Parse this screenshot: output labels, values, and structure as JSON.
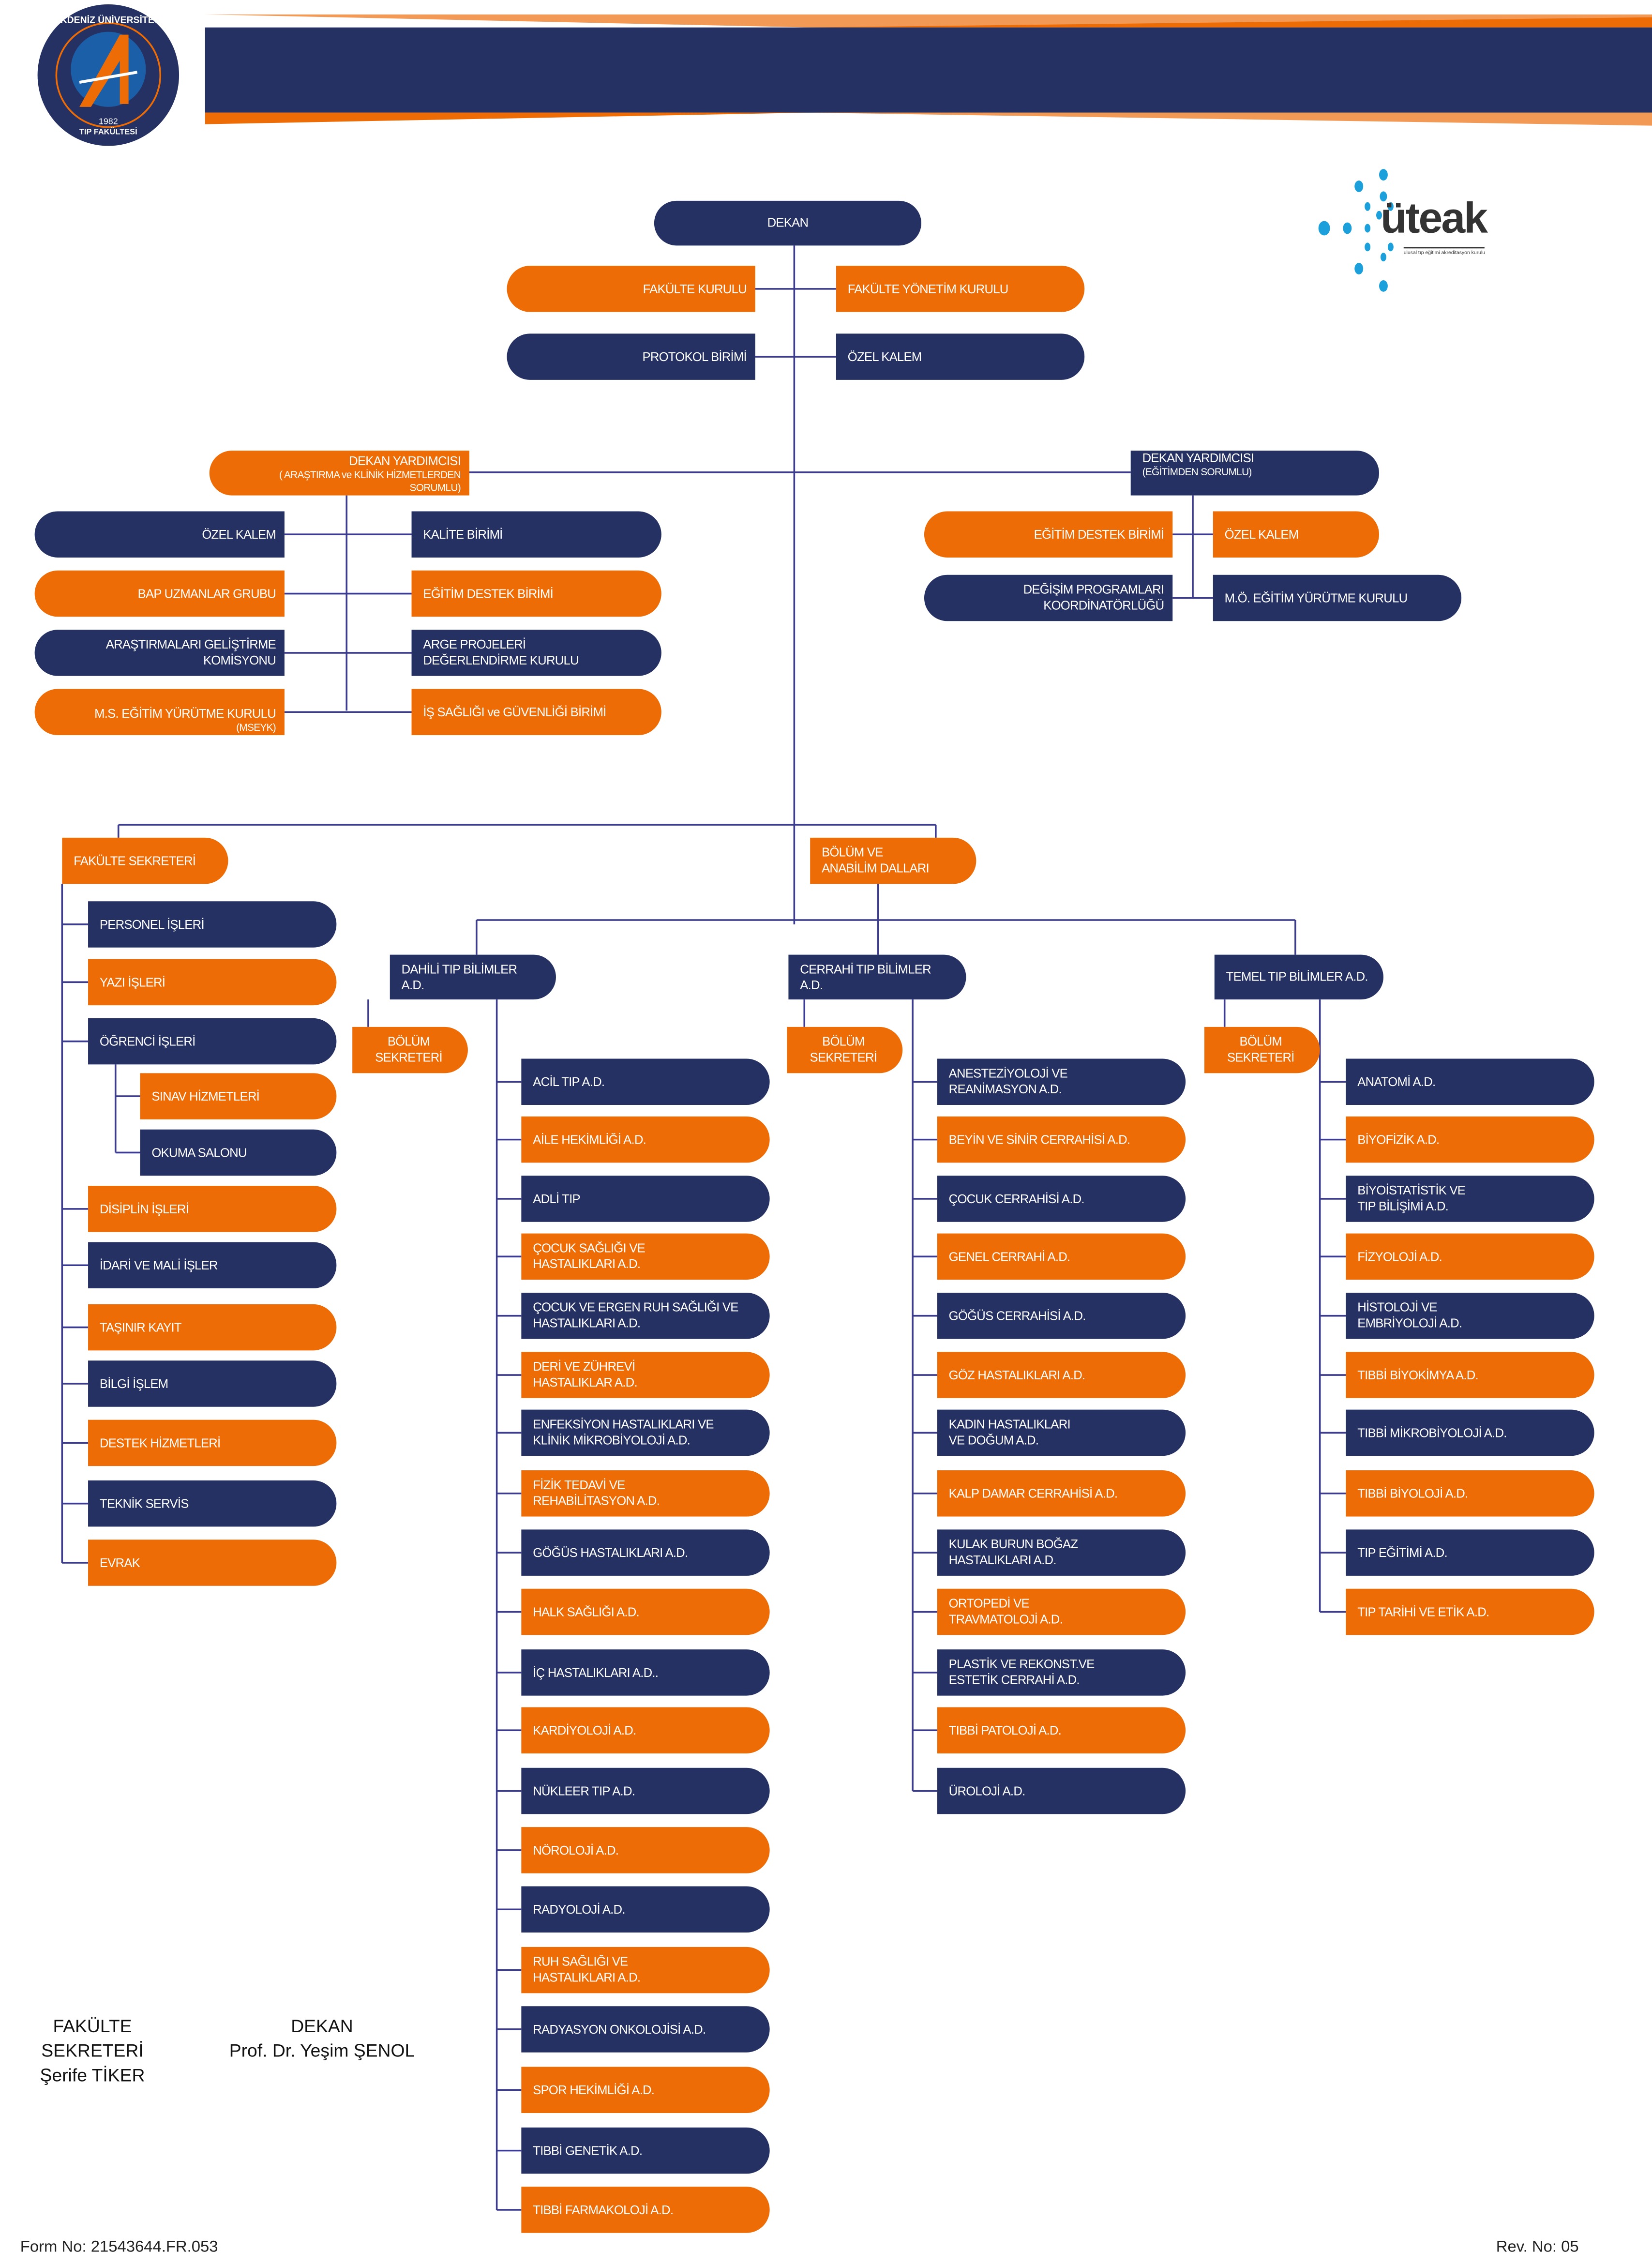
{
  "colors": {
    "navy": "#253163",
    "orange": "#ED6C05",
    "light_orange": "#F29A55",
    "line": "#3B3B8F",
    "uteak_blue": "#1BA0DB"
  },
  "logo": {
    "university": "AKDENİZ ÜNİVERSİTESİ",
    "year": "1982",
    "faculty": "TIP FAKÜLTESİ"
  },
  "uteak": {
    "name": "üteak",
    "tagline": "ulusal tıp eğitimi akreditasyon kurulu"
  },
  "dean": {
    "label": "DEKAN",
    "color": "navy"
  },
  "dean_boards": [
    {
      "label": "FAKÜLTE KURULU",
      "color": "orange"
    },
    {
      "label": "FAKÜLTE YÖNETİM KURULU",
      "color": "orange"
    },
    {
      "label": "PROTOKOL BİRİMİ",
      "color": "navy"
    },
    {
      "label": "ÖZEL KALEM",
      "color": "navy"
    }
  ],
  "vice_deans": [
    {
      "label": "DEKAN YARDIMCISI",
      "sub": "( ARAŞTIRMA ve  KLİNİK HİZMETLERDEN SORUMLU)",
      "color": "orange"
    },
    {
      "label": "DEKAN YARDIMCISI",
      "sub": "(EĞİTİMDEN SORUMLU)",
      "color": "navy"
    }
  ],
  "research_units_left": [
    {
      "label": "ÖZEL KALEM",
      "color": "navy"
    },
    {
      "label": "BAP UZMANLAR GRUBU",
      "color": "orange"
    },
    {
      "label": "ARAŞTIRMALARI GELİŞTİRME\nKOMİSYONU",
      "color": "navy"
    },
    {
      "label": "M.S. EĞİTİM YÜRÜTME KURULU",
      "sub": "(MSEYK)",
      "color": "orange"
    }
  ],
  "research_units_right": [
    {
      "label": "KALİTE BİRİMİ",
      "color": "navy"
    },
    {
      "label": "EĞİTİM DESTEK BİRİMİ",
      "color": "orange"
    },
    {
      "label": "ARGE  PROJELERİ\nDEĞERLENDİRME KURULU",
      "color": "navy"
    },
    {
      "label": "İŞ SAĞLIĞI ve GÜVENLİĞİ BİRİMİ",
      "color": "orange"
    }
  ],
  "education_units": [
    {
      "label": "EĞİTİM DESTEK BİRİMİ",
      "color": "orange"
    },
    {
      "label": "ÖZEL KALEM",
      "color": "orange"
    },
    {
      "label": "DEĞİŞİM PROGRAMLARI\nKOORDİNATÖRLÜĞÜ",
      "color": "navy"
    },
    {
      "label": "M.Ö. EĞİTİM YÜRÜTME KURULU",
      "color": "navy"
    }
  ],
  "faculty_secretary": {
    "label": "FAKÜLTE SEKRETERİ",
    "color": "orange"
  },
  "faculty_secretary_units": [
    {
      "label": "PERSONEL İŞLERİ",
      "color": "navy"
    },
    {
      "label": "YAZI İŞLERİ",
      "color": "orange"
    },
    {
      "label": "ÖĞRENCİ İŞLERİ",
      "color": "navy"
    },
    {
      "label": "SINAV HİZMETLERİ",
      "color": "orange"
    },
    {
      "label": "OKUMA SALONU",
      "color": "navy"
    },
    {
      "label": "DİSİPLİN İŞLERİ",
      "color": "orange"
    },
    {
      "label": "İDARİ VE MALİ İŞLER",
      "color": "navy"
    },
    {
      "label": "TAŞINIR KAYIT",
      "color": "orange"
    },
    {
      "label": "BİLGİ İŞLEM",
      "color": "navy"
    },
    {
      "label": "DESTEK HİZMETLERİ",
      "color": "orange"
    },
    {
      "label": "TEKNİK SERVİS",
      "color": "navy"
    },
    {
      "label": "EVRAK",
      "color": "orange"
    }
  ],
  "departments_header": {
    "label": "BÖLÜM VE\nANABİLİM DALLARI",
    "color": "orange"
  },
  "divisions": [
    {
      "name": "DAHİLİ TIP BİLİMLER A.D.",
      "secretary": "BÖLÜM\nSEKRETERİ",
      "units": [
        "ACİL TIP A.D.",
        "AİLE  HEKİMLİĞİ A.D.",
        "ADLİ TIP",
        "ÇOCUK SAĞLIĞI VE\nHASTALIKLARI A.D.",
        "ÇOCUK VE ERGEN RUH SAĞLIĞI VE\nHASTALIKLARI A.D.",
        "DERİ VE ZÜHREVİ\nHASTALIKLAR A.D.",
        "ENFEKSİYON HASTALIKLARI VE\nKLİNİK MİKROBİYOLOJİ A.D.",
        "FİZİK TEDAVİ VE\nREHABİLİTASYON A.D.",
        "GÖĞÜS HASTALIKLARI A.D.",
        "HALK SAĞLIĞI A.D.",
        "İÇ HASTALIKLARI A.D..",
        "KARDİYOLOJİ A.D.",
        "NÜKLEER TIP A.D.",
        "NÖROLOJİ A.D.",
        "RADYOLOJİ  A.D.",
        "RUH SAĞLIĞI VE\nHASTALIKLARI A.D.",
        "RADYASYON ONKOLOJİSİ A.D.",
        "SPOR HEKİMLİĞİ A.D.",
        "TIBBİ GENETİK A.D.",
        "TIBBİ FARMAKOLOJİ A.D."
      ]
    },
    {
      "name": "CERRAHİ TIP BİLİMLER A.D.",
      "secretary": "BÖLÜM\nSEKRETERİ",
      "units": [
        "ANESTEZİYOLOJİ VE\nREANİMASYON A.D.",
        "BEYİN VE SİNİR  CERRAHİSİ A.D.",
        "ÇOCUK CERRAHİSİ  A.D.",
        "GENEL CERRAHİ A.D.",
        "GÖĞÜS CERRAHİSİ  A.D.",
        "GÖZ HASTALIKLARI A.D.",
        "KADIN HASTALIKLARI\nVE DOĞUM A.D.",
        "KALP DAMAR CERRAHİSİ A.D.",
        "KULAK BURUN BOĞAZ\nHASTALIKLARI A.D.",
        "ORTOPEDİ VE\nTRAVMATOLOJİ A.D.",
        "PLASTİK VE REKONST.VE\nESTETİK CERRAHİ A.D.",
        "TIBBİ PATOLOJİ A.D.",
        "ÜROLOJİ A.D."
      ]
    },
    {
      "name": "TEMEL TIP BİLİMLER A.D.",
      "secretary": "BÖLÜM\nSEKRETERİ",
      "units": [
        "ANATOMİ A.D.",
        "BİYOFİZİK A.D.",
        "BİYOİSTATİSTİK VE\nTIP BİLİŞİMİ A.D.",
        "FİZYOLOJİ A.D.",
        "HİSTOLOJİ VE\nEMBRİYOLOJİ A.D.",
        "TIBBİ BİYOKİMYA A.D.",
        "TIBBİ MİKROBİYOLOJİ A.D.",
        "TIBBİ BİYOLOJİ A.D.",
        "TIP EĞİTİMİ A.D.",
        "TIP TARİHİ VE ETİK A.D."
      ]
    }
  ],
  "signatures": [
    {
      "title": "FAKÜLTE SEKRETERİ",
      "name": "Şerife TİKER"
    },
    {
      "title": "DEKAN",
      "name": "Prof. Dr. Yeşim ŞENOL"
    }
  ],
  "footer": {
    "form_no": "Form No: 21543644.FR.053",
    "rev_no": "Rev. No: 05"
  }
}
